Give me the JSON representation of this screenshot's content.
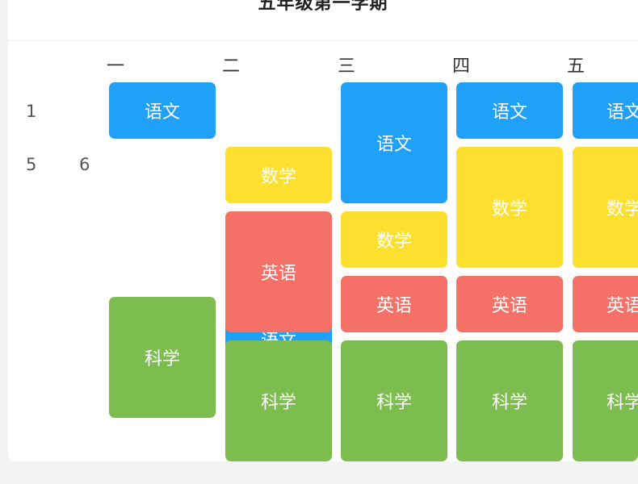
{
  "title": "五年级第一学期",
  "days": [
    "一",
    "二",
    "三",
    "四",
    "五"
  ],
  "periods": [
    "1",
    "5",
    "6"
  ],
  "subjects": {
    "chinese": "语文",
    "math": "数学",
    "english": "英语",
    "science": "科学"
  },
  "colors": {
    "chinese": "#1ea1f7",
    "math": "#fde02f",
    "english": "#f57168",
    "science": "#7dbd4f"
  },
  "partial_labels": {
    "fri_chinese": "语文",
    "fri_math": "数学",
    "fri_english": "英语",
    "fri_science": "科学",
    "tue_hidden": "语文"
  }
}
